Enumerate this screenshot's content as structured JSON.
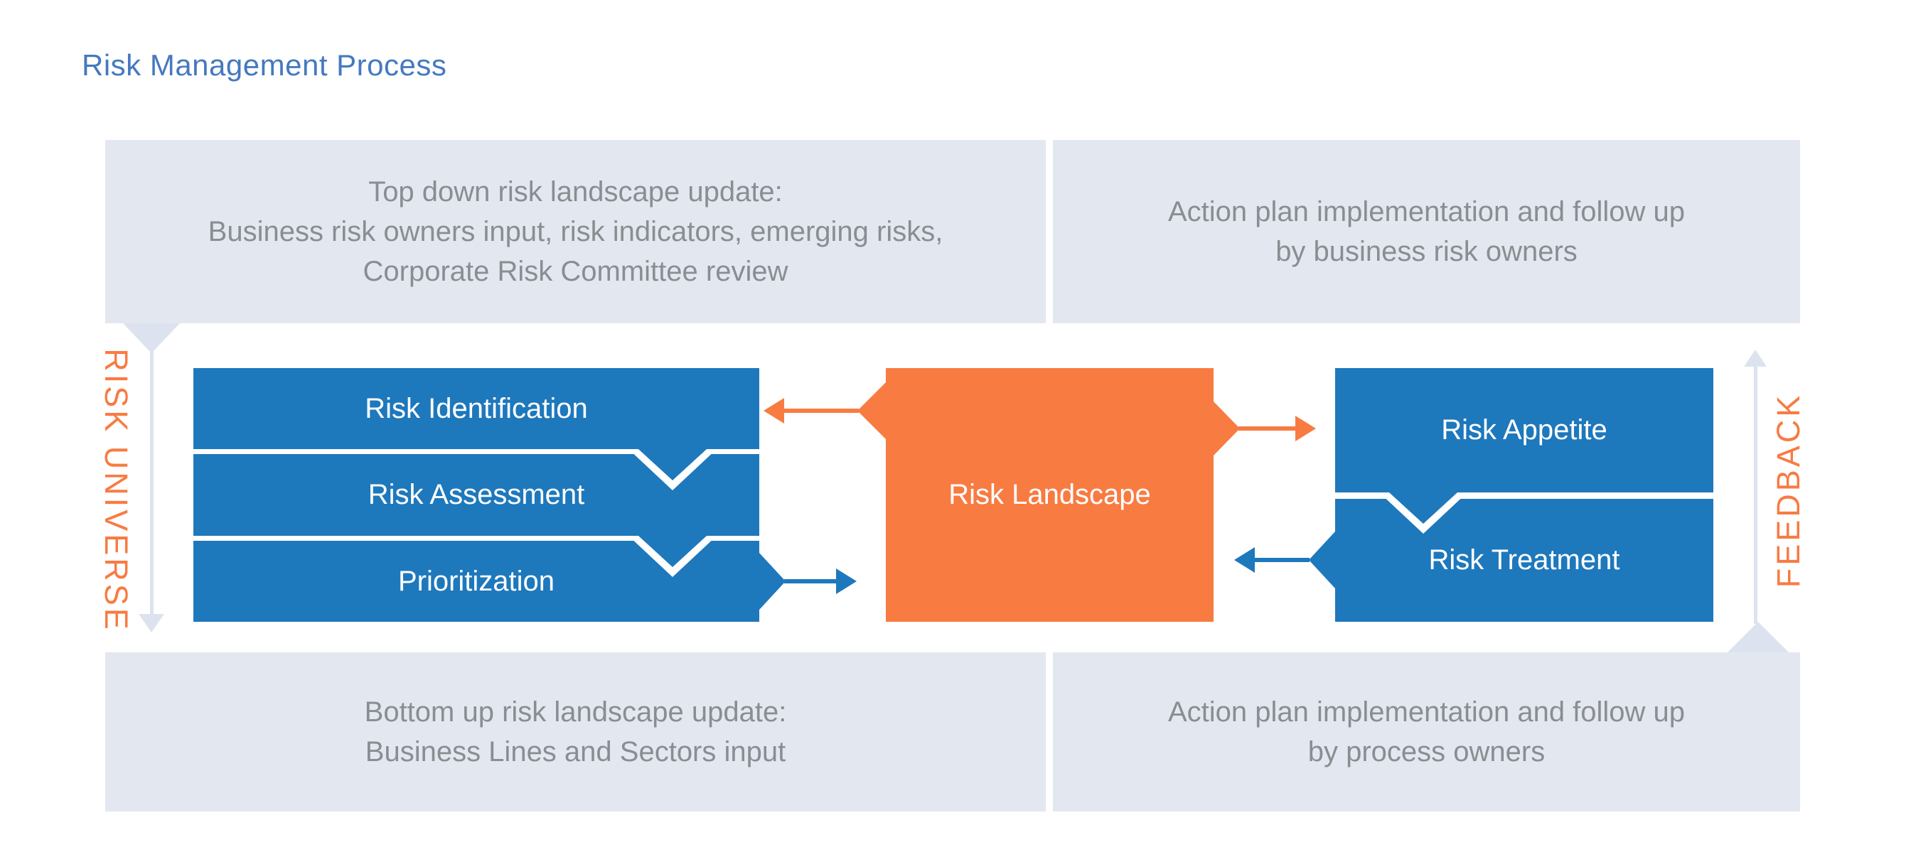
{
  "title": "Risk Management Process",
  "colors": {
    "title_blue": "#4579C0",
    "step_blue": "#1E78BC",
    "accent_orange": "#F87B42",
    "panel_gray": "#E3E8F0",
    "panel_text_gray": "#8A8D91",
    "rail_arrow_gray": "#DDE3EE"
  },
  "panels": {
    "top_left": {
      "lines": [
        "Top down risk landscape update:",
        "Business risk owners input, risk indicators, emerging risks,",
        "Corporate Risk Committee review"
      ]
    },
    "top_right": {
      "lines": [
        "Action plan implementation and follow up",
        "by business risk owners"
      ]
    },
    "bottom_left": {
      "lines": [
        "Bottom up risk landscape update:",
        "Business Lines and Sectors input"
      ]
    },
    "bottom_right": {
      "lines": [
        "Action plan implementation and follow up",
        "by process owners"
      ]
    }
  },
  "flow": {
    "left_rail_label": "RISK UNIVERSE",
    "right_rail_label": "FEEDBACK",
    "left_steps": [
      "Risk Identification",
      "Risk Assessment",
      "Prioritization"
    ],
    "center_label": "Risk Landscape",
    "right_steps": [
      "Risk Appetite",
      "Risk Treatment"
    ]
  }
}
